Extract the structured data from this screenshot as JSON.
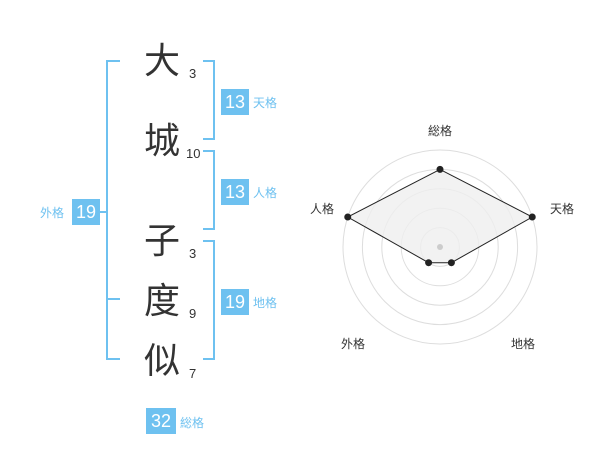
{
  "name_chars": [
    {
      "char": "大",
      "strokes": "3"
    },
    {
      "char": "城",
      "strokes": "10"
    },
    {
      "char": "子",
      "strokes": "3"
    },
    {
      "char": "度",
      "strokes": "9"
    },
    {
      "char": "似",
      "strokes": "7"
    }
  ],
  "kakusu": {
    "tenkaku": {
      "value": "13",
      "label": "天格"
    },
    "jinkaku": {
      "value": "13",
      "label": "人格"
    },
    "chikaku": {
      "value": "19",
      "label": "地格"
    },
    "gaikaku": {
      "value": "19",
      "label": "外格"
    },
    "soukaku": {
      "value": "32",
      "label": "総格"
    }
  },
  "radar": {
    "axes": [
      "総格",
      "天格",
      "地格",
      "外格",
      "人格"
    ],
    "levels": 5,
    "scores": [
      4,
      5,
      1,
      1,
      5
    ],
    "max": 5
  },
  "colors": {
    "accent": "#6ec1f0",
    "text": "#333333",
    "radar_fill": "#efefef",
    "radar_line": "#222222",
    "grid": "#dddddd"
  }
}
